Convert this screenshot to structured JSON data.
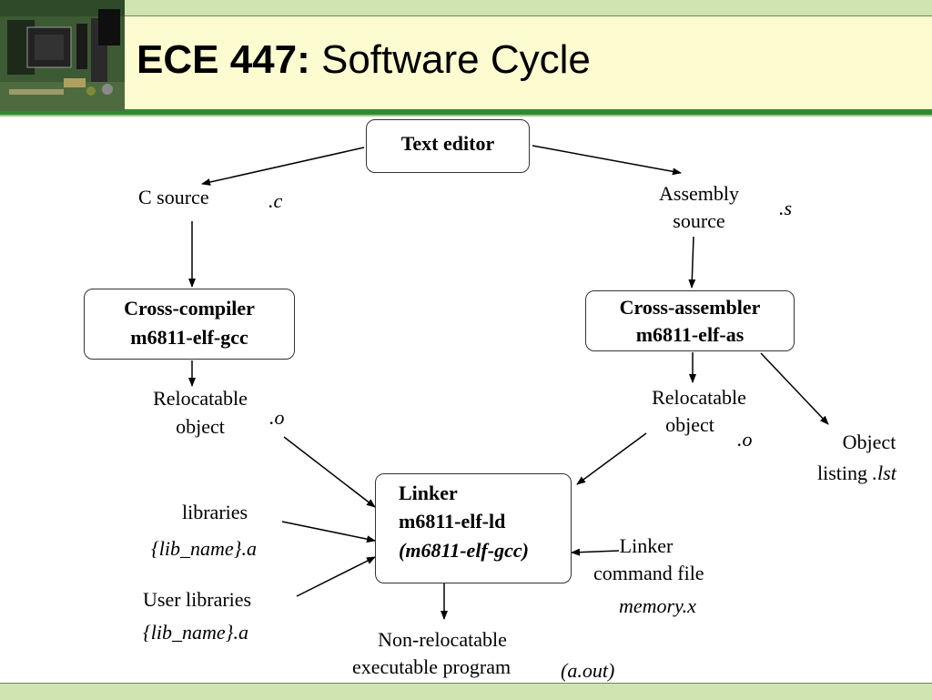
{
  "slide": {
    "title_bold": "ECE 447:",
    "title_rest": " Software Cycle"
  },
  "nodes": {
    "text_editor": "Text editor",
    "c_source": "C source",
    "c_ext": ".c",
    "asm_source_line1": "Assembly",
    "asm_source_line2": "source",
    "s_ext": ".s",
    "cross_compiler_line1": "Cross-compiler",
    "cross_compiler_line2": "m6811-elf-gcc",
    "cross_assembler_line1": "Cross-assembler",
    "cross_assembler_line2": "m6811-elf-as",
    "reloc_left_line1": "Relocatable",
    "reloc_left_line2": "object",
    "o_ext_left": ".o",
    "reloc_right_line1": "Relocatable",
    "reloc_right_line2": "object",
    "o_ext_right": ".o",
    "object_listing_line1": "Object",
    "object_listing_line2": "listing ",
    "lst_ext": ".lst",
    "linker_line1": "Linker",
    "linker_line2": "m6811-elf-ld",
    "linker_line3": "(m6811-elf-gcc)",
    "libraries": "libraries",
    "lib_name_1": "{lib_name}.a",
    "user_libraries": "User libraries",
    "lib_name_2": "{lib_name}.a",
    "linker_cmd_line1": "Linker",
    "linker_cmd_line2": "command file",
    "memory_x": "memory.x",
    "nonreloc_line1": "Non-relocatable",
    "nonreloc_line2": "executable program",
    "a_out": "(a.out)"
  },
  "colors": {
    "header_bg": "#fdfbd0",
    "header_rule": "#2f8a2f",
    "band": "#cfe4b0"
  },
  "icons": {
    "logo": "circuit-board-image"
  }
}
